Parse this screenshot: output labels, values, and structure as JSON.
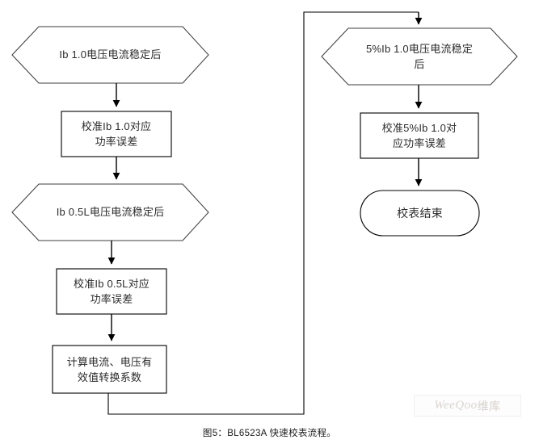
{
  "figure": {
    "caption": "图5：BL6523A 快速校表流程。",
    "watermark_brand": "WeeQoo",
    "watermark_suffix": "维库"
  },
  "nodes": {
    "left": [
      {
        "id": "ib-1-0-stable",
        "type": "hexagon",
        "label": "Ib 1.0电压电流稳定后"
      },
      {
        "id": "calib-ib-1-0",
        "type": "process",
        "label": "校准Ib 1.0对应\n功率误差"
      },
      {
        "id": "ib-0-5l-stable",
        "type": "hexagon",
        "label": "Ib 0.5L电压电流稳定后"
      },
      {
        "id": "calib-ib-0-5l",
        "type": "process",
        "label": "校准Ib 0.5L对应\n功率误差"
      },
      {
        "id": "calc-rms-coeff",
        "type": "process",
        "label": "计算电流、电压有\n效值转换系数"
      }
    ],
    "right": [
      {
        "id": "pct5-ib-1-0-stable",
        "type": "hexagon",
        "label": "5%Ib 1.0电压电流稳定\n后"
      },
      {
        "id": "calib-5pct-ib-1-0",
        "type": "process",
        "label": "校准5%Ib 1.0对\n应功率误差"
      },
      {
        "id": "calibration-end",
        "type": "terminator",
        "label": "校表结束"
      }
    ]
  },
  "colors": {
    "stroke": "#000000",
    "hex_stroke": "#3c3c3c",
    "fill": "#ffffff",
    "text": "#2b2b2b",
    "watermark": "#d9d4cf"
  }
}
